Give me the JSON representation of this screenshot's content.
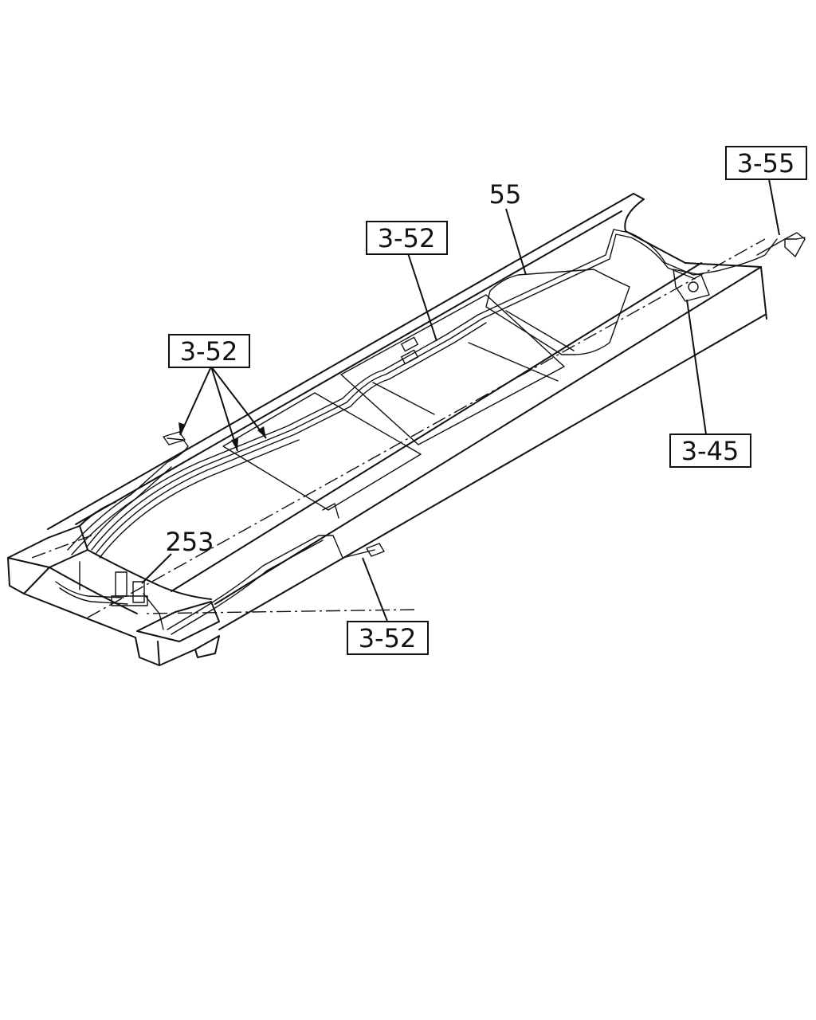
{
  "callouts": {
    "c355": "3-55",
    "c55": "55",
    "c352_top": "3-52",
    "c352_left": "3-52",
    "c345": "3-45",
    "c253": "253",
    "c352_bottom": "3-52"
  }
}
